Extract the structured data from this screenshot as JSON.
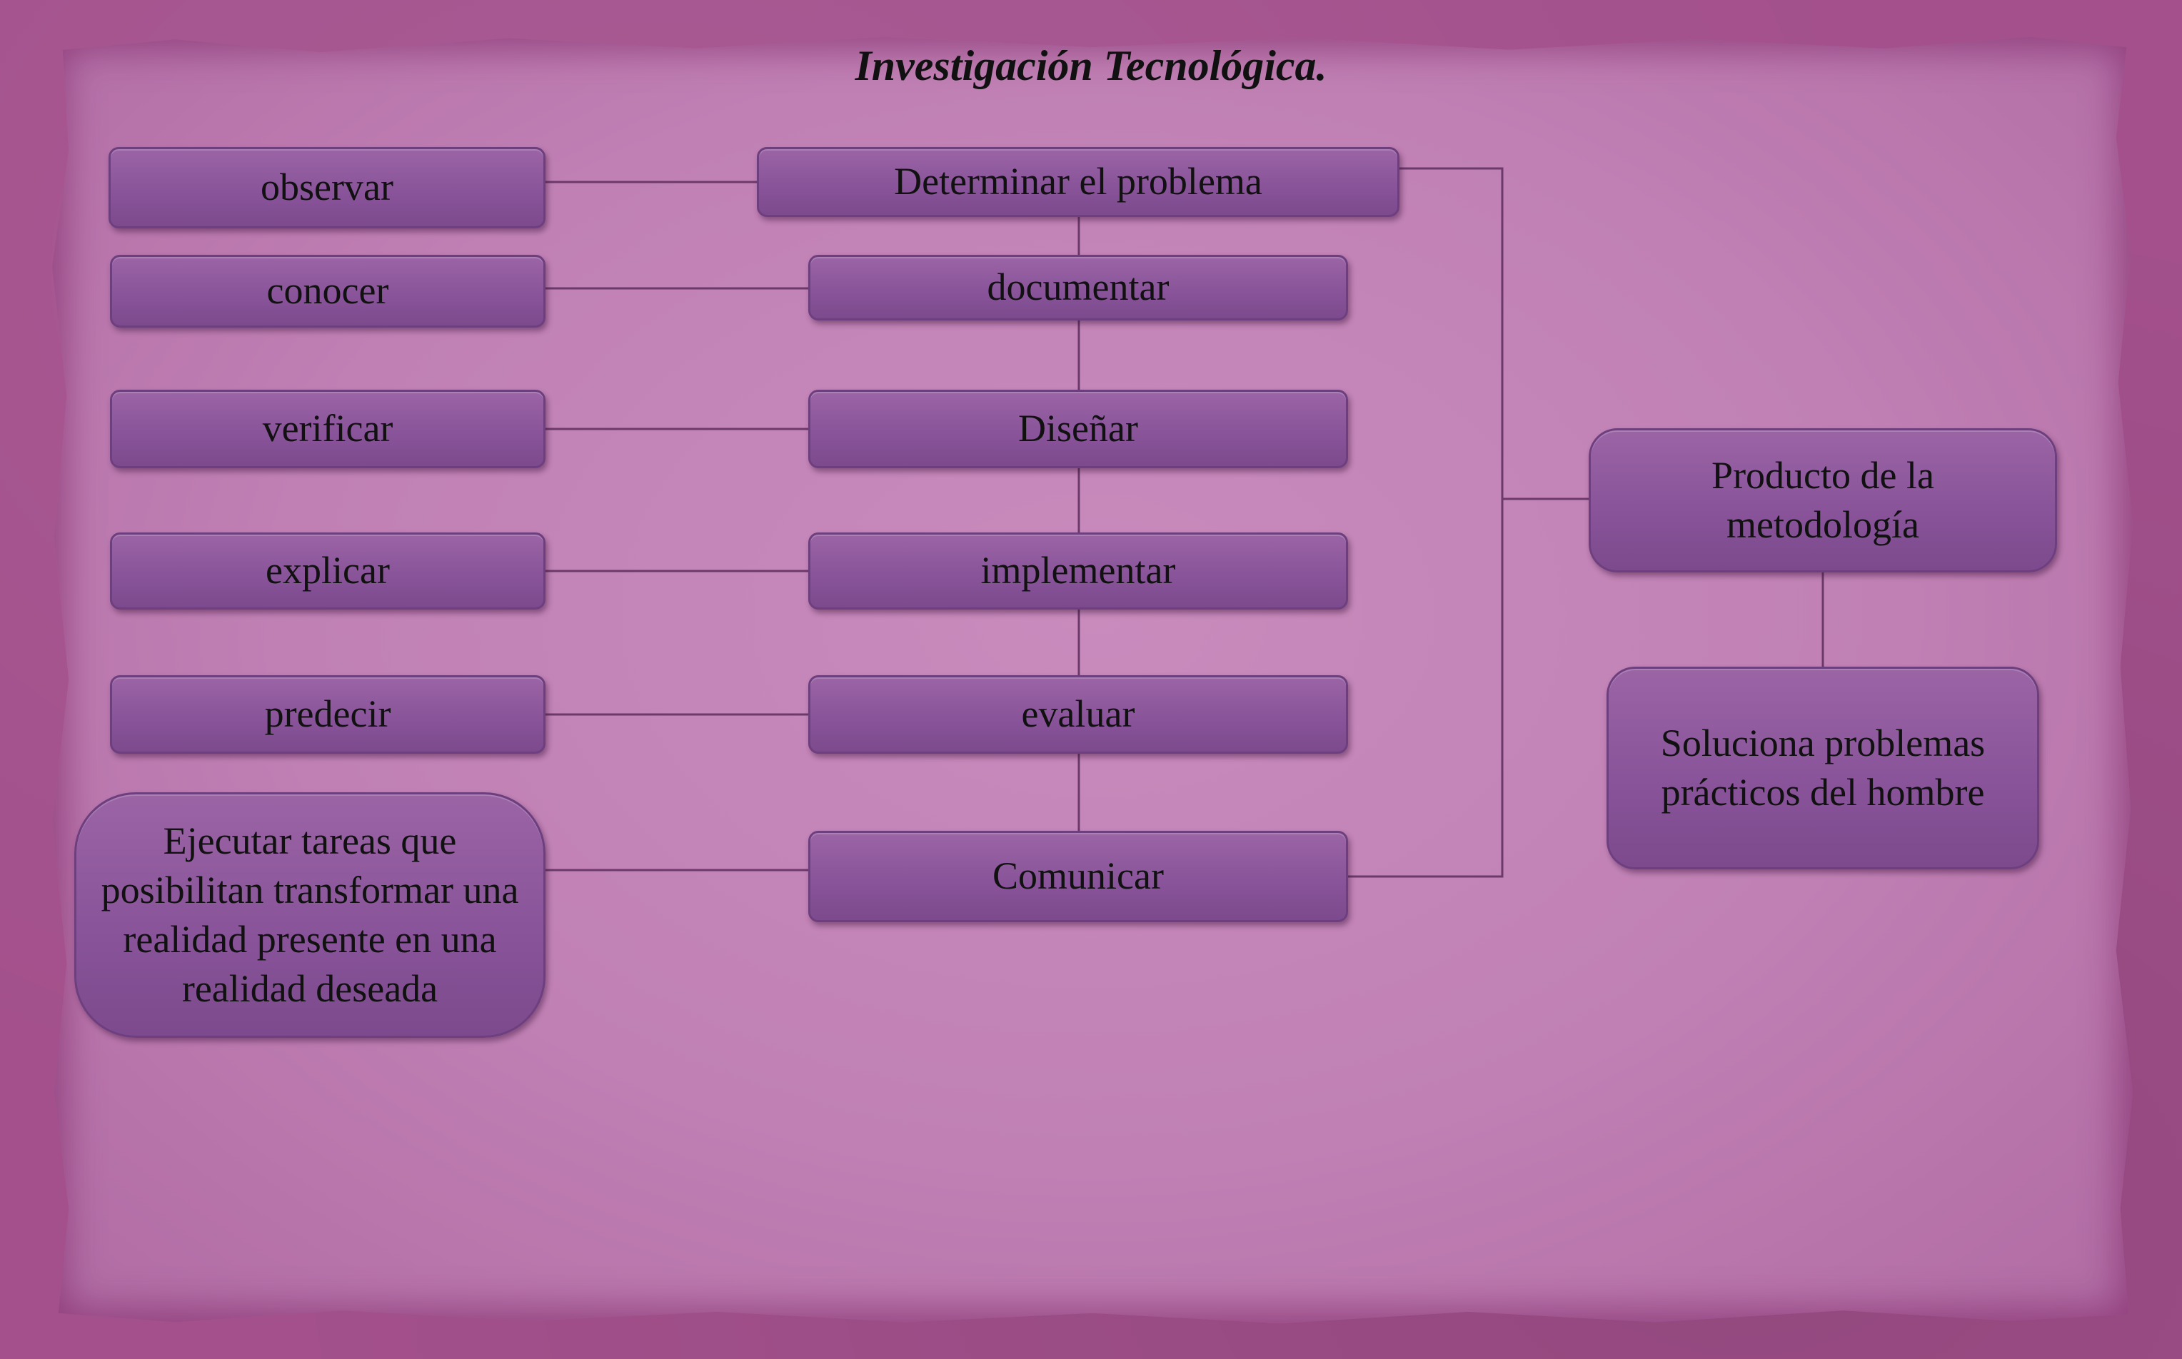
{
  "title": "Investigación Tecnológica.",
  "left_column": [
    {
      "label": "observar"
    },
    {
      "label": "conocer"
    },
    {
      "label": "verificar"
    },
    {
      "label": "explicar"
    },
    {
      "label": "predecir"
    },
    {
      "label": "Ejecutar tareas que posibilitan transformar una realidad presente en una realidad deseada"
    }
  ],
  "center_column": [
    {
      "label": "Determinar el problema"
    },
    {
      "label": "documentar"
    },
    {
      "label": "Diseñar"
    },
    {
      "label": "implementar"
    },
    {
      "label": "evaluar"
    },
    {
      "label": "Comunicar"
    }
  ],
  "right_column": [
    {
      "label": "Producto de la metodología"
    },
    {
      "label": "Soluciona problemas prácticos del hombre"
    }
  ],
  "colors": {
    "background": "#a3508c",
    "paper": "#c080b4",
    "node_fill": "#8a549a",
    "node_border": "#6e3f7f",
    "connector": "#6b3a6b",
    "text": "#111111"
  }
}
